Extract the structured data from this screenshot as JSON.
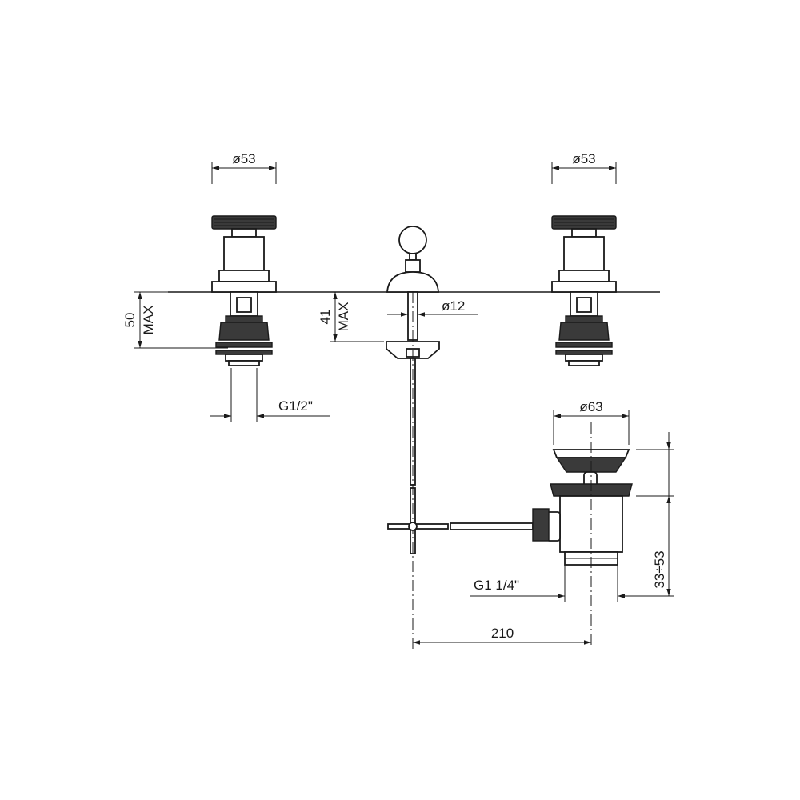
{
  "dimensions": {
    "left_handle_diameter": "ø53",
    "right_handle_diameter": "ø53",
    "left_under_deck_value": "50",
    "left_under_deck_unit": "MAX",
    "spout_under_deck_value": "41",
    "spout_under_deck_unit": "MAX",
    "lift_rod_diameter": "ø12",
    "valve_thread": "G1/2\"",
    "waste_diameter": "ø63",
    "waste_thread": "G1  1/4\"",
    "waste_range": "33÷53",
    "spout_to_waste": "210"
  }
}
